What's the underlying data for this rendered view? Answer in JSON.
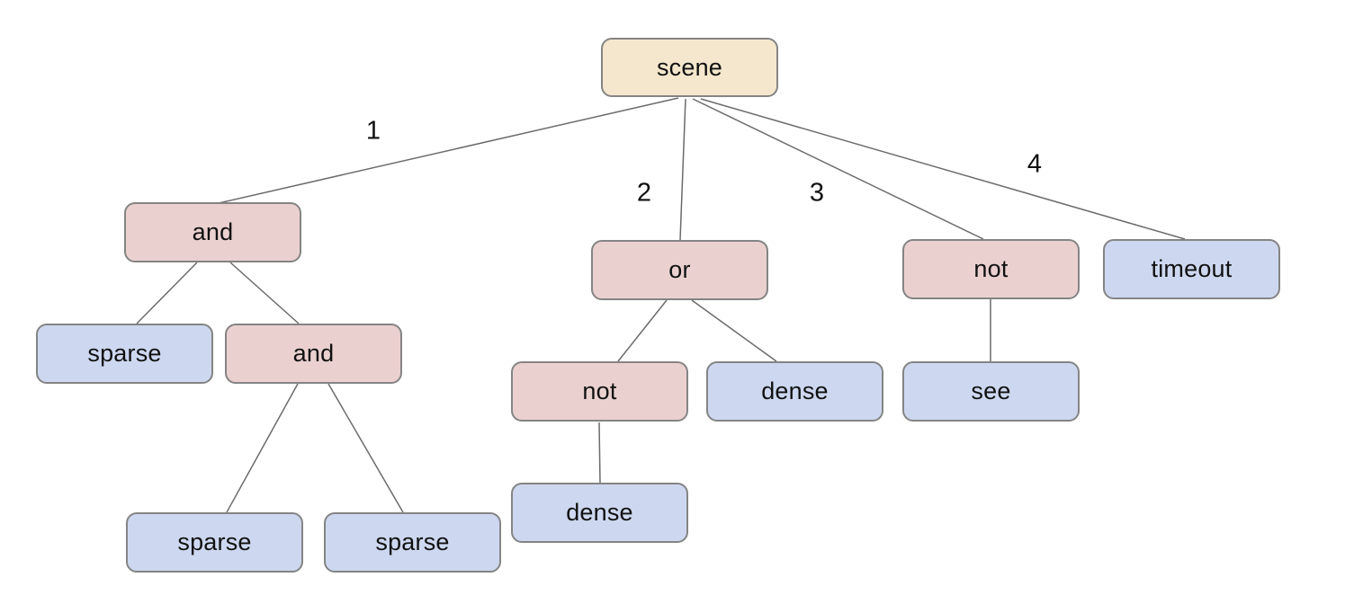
{
  "diagram": {
    "background": "#ffffff",
    "colors": {
      "root_fill": "#f5e7cd",
      "operator_fill": "#ead1cf",
      "leaf_fill": "#cdd8f0",
      "node_border": "#848484",
      "edge_line": "#6b6b6b",
      "text": "#111111"
    },
    "nodes": [
      {
        "id": "scene",
        "label": "scene",
        "role": "root"
      },
      {
        "id": "and-1",
        "label": "and",
        "role": "operator"
      },
      {
        "id": "or-1",
        "label": "or",
        "role": "operator"
      },
      {
        "id": "not-1",
        "label": "not",
        "role": "operator"
      },
      {
        "id": "timeout",
        "label": "timeout",
        "role": "leaf"
      },
      {
        "id": "sparse-1",
        "label": "sparse",
        "role": "leaf"
      },
      {
        "id": "and-2",
        "label": "and",
        "role": "operator"
      },
      {
        "id": "not-2",
        "label": "not",
        "role": "operator"
      },
      {
        "id": "dense-1",
        "label": "dense",
        "role": "leaf"
      },
      {
        "id": "see",
        "label": "see",
        "role": "leaf"
      },
      {
        "id": "dense-2",
        "label": "dense",
        "role": "leaf"
      },
      {
        "id": "sparse-2",
        "label": "sparse",
        "role": "leaf"
      },
      {
        "id": "sparse-3",
        "label": "sparse",
        "role": "leaf"
      }
    ],
    "edges": [
      {
        "from": "scene",
        "to": "and-1",
        "label": "1"
      },
      {
        "from": "scene",
        "to": "or-1",
        "label": "2"
      },
      {
        "from": "scene",
        "to": "not-1",
        "label": "3"
      },
      {
        "from": "scene",
        "to": "timeout",
        "label": "4"
      },
      {
        "from": "and-1",
        "to": "sparse-1",
        "label": ""
      },
      {
        "from": "and-1",
        "to": "and-2",
        "label": ""
      },
      {
        "from": "and-2",
        "to": "sparse-2",
        "label": ""
      },
      {
        "from": "and-2",
        "to": "sparse-3",
        "label": ""
      },
      {
        "from": "or-1",
        "to": "not-2",
        "label": ""
      },
      {
        "from": "or-1",
        "to": "dense-1",
        "label": ""
      },
      {
        "from": "not-1",
        "to": "see",
        "label": ""
      },
      {
        "from": "not-2",
        "to": "dense-2",
        "label": ""
      }
    ]
  }
}
